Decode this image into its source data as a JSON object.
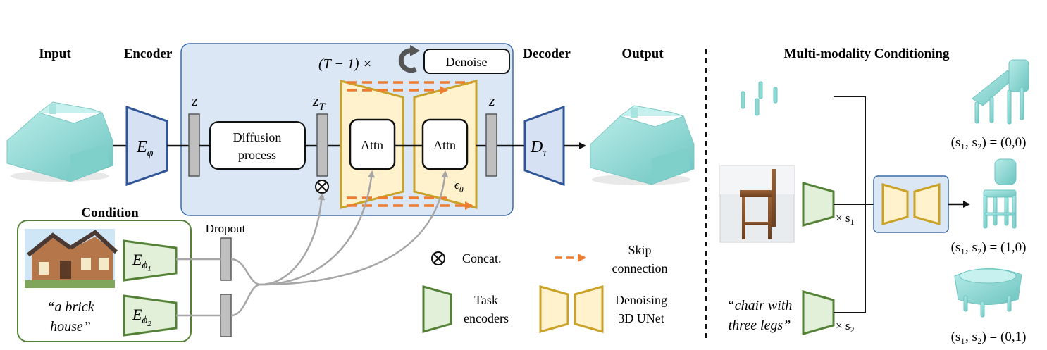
{
  "headers": {
    "input": "Input",
    "encoder": "Encoder",
    "decoder": "Decoder",
    "output": "Output",
    "condition": "Condition",
    "multi": "Multi-modality Conditioning"
  },
  "latent": {
    "z_left": "z",
    "z_t": "z",
    "z_t_sub": "T",
    "z_right": "z"
  },
  "encoder_symbol": {
    "base": "E",
    "sub": "φ"
  },
  "decoder_symbol": {
    "base": "D",
    "sub": "τ"
  },
  "diffusion": {
    "line1": "Diffusion",
    "line2": "process"
  },
  "loop": {
    "prefix": "(T − 1) ×",
    "label": "Denoise"
  },
  "unet": {
    "attn1": "Attn",
    "attn2": "Attn",
    "eps": "ϵ",
    "eps_sub": "θ"
  },
  "condition": {
    "dropout": "Dropout",
    "enc1_base": "E",
    "enc1_sub": "ϕ",
    "enc1_subsub": "1",
    "enc2_base": "E",
    "enc2_sub": "ϕ",
    "enc2_subsub": "2",
    "text_line1": "“a brick",
    "text_line2": "house”"
  },
  "legend": {
    "concat_symbol": "⊗",
    "concat": "Concat.",
    "skip_line1": "Skip",
    "skip_line2": "connection",
    "task_line1": "Task",
    "task_line2": "encoders",
    "unet_line1": "Denoising",
    "unet_line2": "3D UNet"
  },
  "multi": {
    "text_line1": "“chair with",
    "text_line2": "three legs”",
    "scale1": "× s",
    "scale1_sub": "1",
    "scale2": "× s",
    "scale2_sub": "2",
    "result1": "(s₁, s₂) = (0,0)",
    "result2": "(s₁, s₂) = (1,0)",
    "result3": "(s₁, s₂) = (0,1)"
  },
  "colors": {
    "blue_panel": "#dbe7f5",
    "blue_panel_stroke": "#3b6aa8",
    "encoder_fill": "#d6e2f3",
    "encoder_stroke": "#2f5597",
    "unet_fill": "#fff2cc",
    "unet_stroke": "#c9a227",
    "green_fill": "#e2efd9",
    "green_stroke": "#538135",
    "skip_orange": "#ed7d31",
    "latent_gray": "#bfbfbf",
    "mesh_teal": "#8fd8d4"
  }
}
